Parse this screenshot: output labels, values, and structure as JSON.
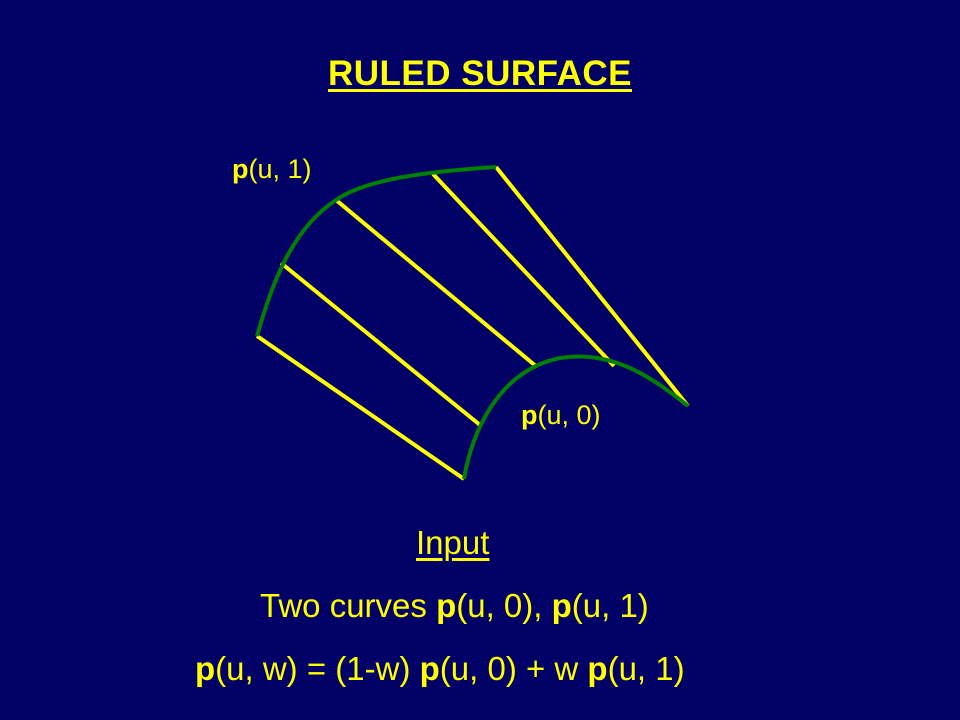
{
  "title": "RULED SURFACE",
  "labels": {
    "top_curve_bold": "p",
    "top_curve_rest": "(u, 1)",
    "bottom_curve_bold": "p",
    "bottom_curve_rest": "(u, 0)"
  },
  "input": {
    "heading": "Input",
    "line1_prefix": "Two curves ",
    "line1_p1": "p",
    "line1_mid": "(u, 0), ",
    "line1_p2": "p",
    "line1_end": "(u, 1)",
    "formula_p1": "p",
    "formula_a": "(u, w) = (1-w) ",
    "formula_p2": "p",
    "formula_b": "(u, 0) + w ",
    "formula_p3": "p",
    "formula_c": "(u, 1)"
  },
  "colors": {
    "background": "#000066",
    "text": "#ffff00",
    "curve": "#008000",
    "ruling": "#ffff00"
  }
}
